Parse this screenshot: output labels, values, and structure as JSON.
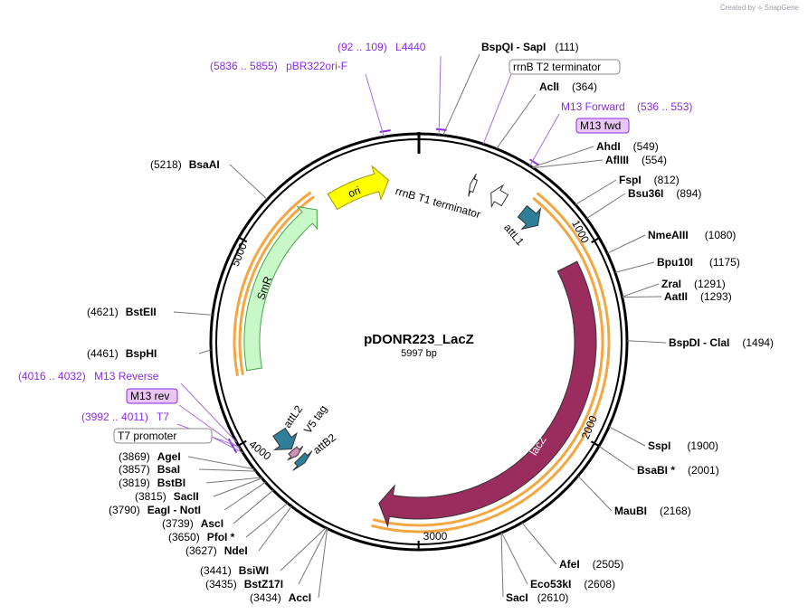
{
  "header": {
    "credit_text": "Created by",
    "brand": "SnapGene"
  },
  "plasmid": {
    "name": "pDONR223_LacZ",
    "length_label": "5997 bp",
    "length": 5997
  },
  "colors": {
    "lacz": "#9b2c5e",
    "ori": "#ffff00",
    "smr": "#c8f7c8",
    "att": "#2e7f97",
    "v5": "#d291b4",
    "primer": "#8a2be2",
    "orange_track": "#f4a640"
  },
  "ticks": [
    {
      "bp": 1000,
      "label": "1000"
    },
    {
      "bp": 2000,
      "label": "2000"
    },
    {
      "bp": 3000,
      "label": "3000"
    },
    {
      "bp": 4000,
      "label": "4000"
    },
    {
      "bp": 5000,
      "label": "5000"
    }
  ],
  "features": [
    {
      "name": "lacZ",
      "start": 1050,
      "end": 3230,
      "dir": 1,
      "kind": "cds"
    },
    {
      "name": "ori",
      "start": 5470,
      "end": 5820,
      "dir": 1,
      "kind": "ori"
    },
    {
      "name": "SmR",
      "start": 4340,
      "end": 5370,
      "dir": 1,
      "kind": "cds"
    },
    {
      "name": "attL1",
      "start": 640,
      "end": 760,
      "dir": 1,
      "kind": "att"
    },
    {
      "name": "attL2",
      "start": 3830,
      "end": 3950,
      "dir": -1,
      "kind": "att"
    },
    {
      "name": "attB2",
      "start": 3720,
      "end": 3760,
      "dir": -1,
      "kind": "att"
    },
    {
      "name": "V5 tag",
      "start": 3780,
      "end": 3820,
      "dir": -1,
      "kind": "tag"
    },
    {
      "name": "rrnB T1 terminator",
      "start": 430,
      "end": 520,
      "dir": -1,
      "kind": "term"
    },
    {
      "name": "rrnB T2 terminator",
      "start": 300,
      "end": 330,
      "dir": -1,
      "kind": "term"
    }
  ],
  "boxed_labels": [
    {
      "text": "rrnB T2 terminator",
      "style": "plain"
    },
    {
      "text": "M13 fwd",
      "style": "primer"
    },
    {
      "text": "M13 rev",
      "style": "primer"
    },
    {
      "text": "T7 promoter",
      "style": "plain"
    }
  ],
  "primer_labels": [
    {
      "range": "(92 .. 109)",
      "name": "L4440"
    },
    {
      "range": "(5836 .. 5855)",
      "name": "pBR322ori-F"
    },
    {
      "name": "M13 Forward",
      "range": "(536 .. 553)"
    },
    {
      "range": "(4016 .. 4032)",
      "name": "M13 Reverse"
    },
    {
      "range": "(3992 .. 4011)",
      "name": "T7"
    }
  ],
  "sites_right": [
    {
      "name": "BspQI  -  SapI",
      "pos": "(111)"
    },
    {
      "name": "AclI",
      "pos": "(364)"
    },
    {
      "name": "AhdI",
      "pos": "(549)"
    },
    {
      "name": "AflIII",
      "pos": "(554)"
    },
    {
      "name": "FspI",
      "pos": "(812)"
    },
    {
      "name": "Bsu36I",
      "pos": "(894)"
    },
    {
      "name": "NmeAIII",
      "pos": "(1080)"
    },
    {
      "name": "Bpu10I",
      "pos": "(1175)"
    },
    {
      "name": "ZraI",
      "pos": "(1291)"
    },
    {
      "name": "AatII",
      "pos": "(1293)"
    },
    {
      "name": "BspDI  -  ClaI",
      "pos": "(1494)"
    },
    {
      "name": "SspI",
      "pos": "(1900)"
    },
    {
      "name": "BsaBI *",
      "pos": "(2001)"
    },
    {
      "name": "MauBI",
      "pos": "(2168)"
    },
    {
      "name": "AfeI",
      "pos": "(2505)"
    },
    {
      "name": "Eco53kI",
      "pos": "(2608)"
    },
    {
      "name": "SacI",
      "pos": "(2610)"
    }
  ],
  "sites_left": [
    {
      "pos": "(5218)",
      "name": "BsaAI"
    },
    {
      "pos": "(4621)",
      "name": "BstEII"
    },
    {
      "pos": "(4461)",
      "name": "BspHI"
    },
    {
      "pos": "(3869)",
      "name": "AgeI"
    },
    {
      "pos": "(3857)",
      "name": "BsaI"
    },
    {
      "pos": "(3819)",
      "name": "BstBI"
    },
    {
      "pos": "(3815)",
      "name": "SacII"
    },
    {
      "pos": "(3790)",
      "name": "EagI  -  NotI"
    },
    {
      "pos": "(3739)",
      "name": "AscI"
    },
    {
      "pos": "(3650)",
      "name": "PfoI *"
    },
    {
      "pos": "(3627)",
      "name": "NdeI"
    },
    {
      "pos": "(3441)",
      "name": "BsiWI"
    },
    {
      "pos": "(3435)",
      "name": "BstZ17I"
    },
    {
      "pos": "(3434)",
      "name": "AccI"
    }
  ]
}
